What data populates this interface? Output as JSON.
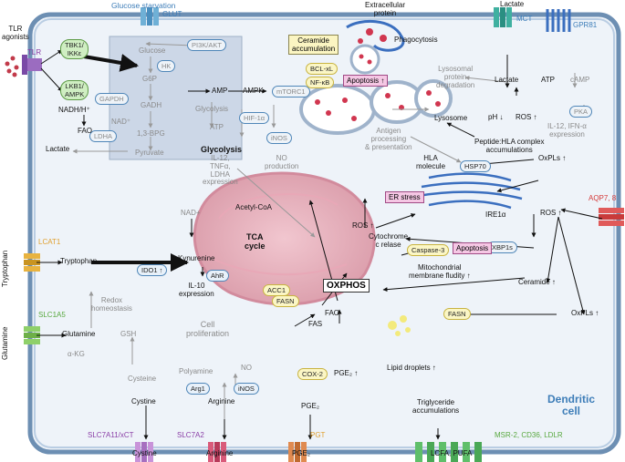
{
  "extracellular": {
    "glucose_starvation": "Glucose starvation",
    "extracellular_protein": "Extracellular\nprotein",
    "lactate_top": "Lactate",
    "tlr_agonists": "TLR\nagonists",
    "tryptophan_out": "Tryptophan",
    "glutamine_out": "Glutamine",
    "cystine_out": "Cystine",
    "arginine_out": "Arginine",
    "pge2_out": "PGE₂",
    "lcfa_pufa": "LCFA, PUFA"
  },
  "transporters": {
    "tlr": "TLR",
    "glut": "GLUT",
    "mct": "MCT",
    "gpr81": "GPR81",
    "aqp": "AQP7, 8",
    "lcat1": "LCAT1",
    "slc1a5": "SLC1A5",
    "slc7a11": "SLC7A11/xCT",
    "slc7a2": "SLC7A2",
    "pgt": "PGT",
    "msr": "MSR-2, CD36, LDLR"
  },
  "glycolysis": {
    "title": "Glycolysis",
    "glucose": "Glucose",
    "hk": "HK",
    "g6p": "G6P",
    "gadh": "GADH",
    "gapdh": "GAPDH",
    "nadh": "NADH/H⁺",
    "nad": "NAD⁺",
    "bpg": "1,3-BPG",
    "ldha": "LDHA",
    "pyruvate": "Pyruvate",
    "lactate": "Lactate"
  },
  "signaling": {
    "tbk1": "TBK1/\nIKKε",
    "lkb1": "LKB1/\nAMPK",
    "fao_left": "FAO",
    "pi3k": "PI3K/AKT",
    "ceramide_acc": "Ceramide\naccumulation",
    "amp": "AMP",
    "ampk": "AMPK",
    "mtorc1": "mTORC1",
    "glycolysis_small": "Glycolysis",
    "atp_small": "ATP",
    "bclxl": "BCL-xL",
    "nfkb": "NF-κB",
    "apoptosis_top": "Apoptosis ↑",
    "hif": "HIF-1α",
    "inos_top": "iNOS",
    "il12": "IL-12,\nTNFα,\nLDHA\nexpression",
    "no_prod": "NO\nproduction"
  },
  "lysosome": {
    "phagocytosis": "Phagocytosis",
    "degradation": "Lysosomal\nprotein\ndegradation",
    "lysosome": "Lysosome",
    "antigen": "Antigen\nprocessing\n& presentation",
    "hla": "HLA\nmolecule",
    "peptide": "Peptide:HLA complex\naccumulations",
    "hsp70": "HSP70",
    "oxpls_r": "OxPLs ↑"
  },
  "lactate_pathway": {
    "lactate_in": "Lactate",
    "ph": "pH ↓",
    "ros": "ROS ↑",
    "atp": "ATP",
    "camp": "cAMP",
    "pka": "PKA",
    "il12ifn": "IL-12, IFN-α\nexpression"
  },
  "er": {
    "er_stress": "ER stress",
    "ire1": "IRE1α",
    "xbp1": "XBP1s",
    "ros_mid": "ROS ↑",
    "ros_right": "ROS ↑"
  },
  "mito": {
    "acetyl": "Acetyl-CoA",
    "tca": "TCA\ncycle",
    "oxphos": "OXPHOS",
    "acc1": "ACC1",
    "fasn_m": "FASN",
    "fas": "FAS",
    "fao": "FAO",
    "cytc": "Cytochrome\nc relase",
    "casp3": "Caspase-3",
    "apoptosis_mid": "Apoptosis",
    "mito_flu": "Mitochondrial\nmembrane fludity ↑",
    "ceramide": "Ceramide ↑",
    "fasn_r": "FASN",
    "oxpls_low": "OxPLs ↑"
  },
  "amino": {
    "tryptophan_in": "Tryptophan",
    "nad_plus": "NAD+",
    "kynurenine": "Kynurenine",
    "ido1": "IDO1 ↑",
    "ahr": "AhR",
    "il10": "IL-10\nexpression",
    "redox": "Redox\nhomeostasis",
    "glutamine_in": "Glutamine",
    "gsh": "GSH",
    "akg": "α-KG",
    "cysteine": "Cysteine",
    "cystine_in": "Cystine",
    "cell_prolif": "Cell\nproliferation",
    "polyamine": "Polyamine",
    "no_bot": "NO",
    "arg1": "Arg1",
    "inos_bot": "iNOS",
    "arginine_in": "Arginine"
  },
  "lipid": {
    "cox2": "COX-2",
    "pge2_up": "PGE₂ ↑",
    "pge2_in": "PGE₂",
    "lipid_droplets": "Lipid droplets ↑",
    "triglyceride": "Triglyceride\naccumulations"
  },
  "cell_label": "Dendritic\ncell"
}
